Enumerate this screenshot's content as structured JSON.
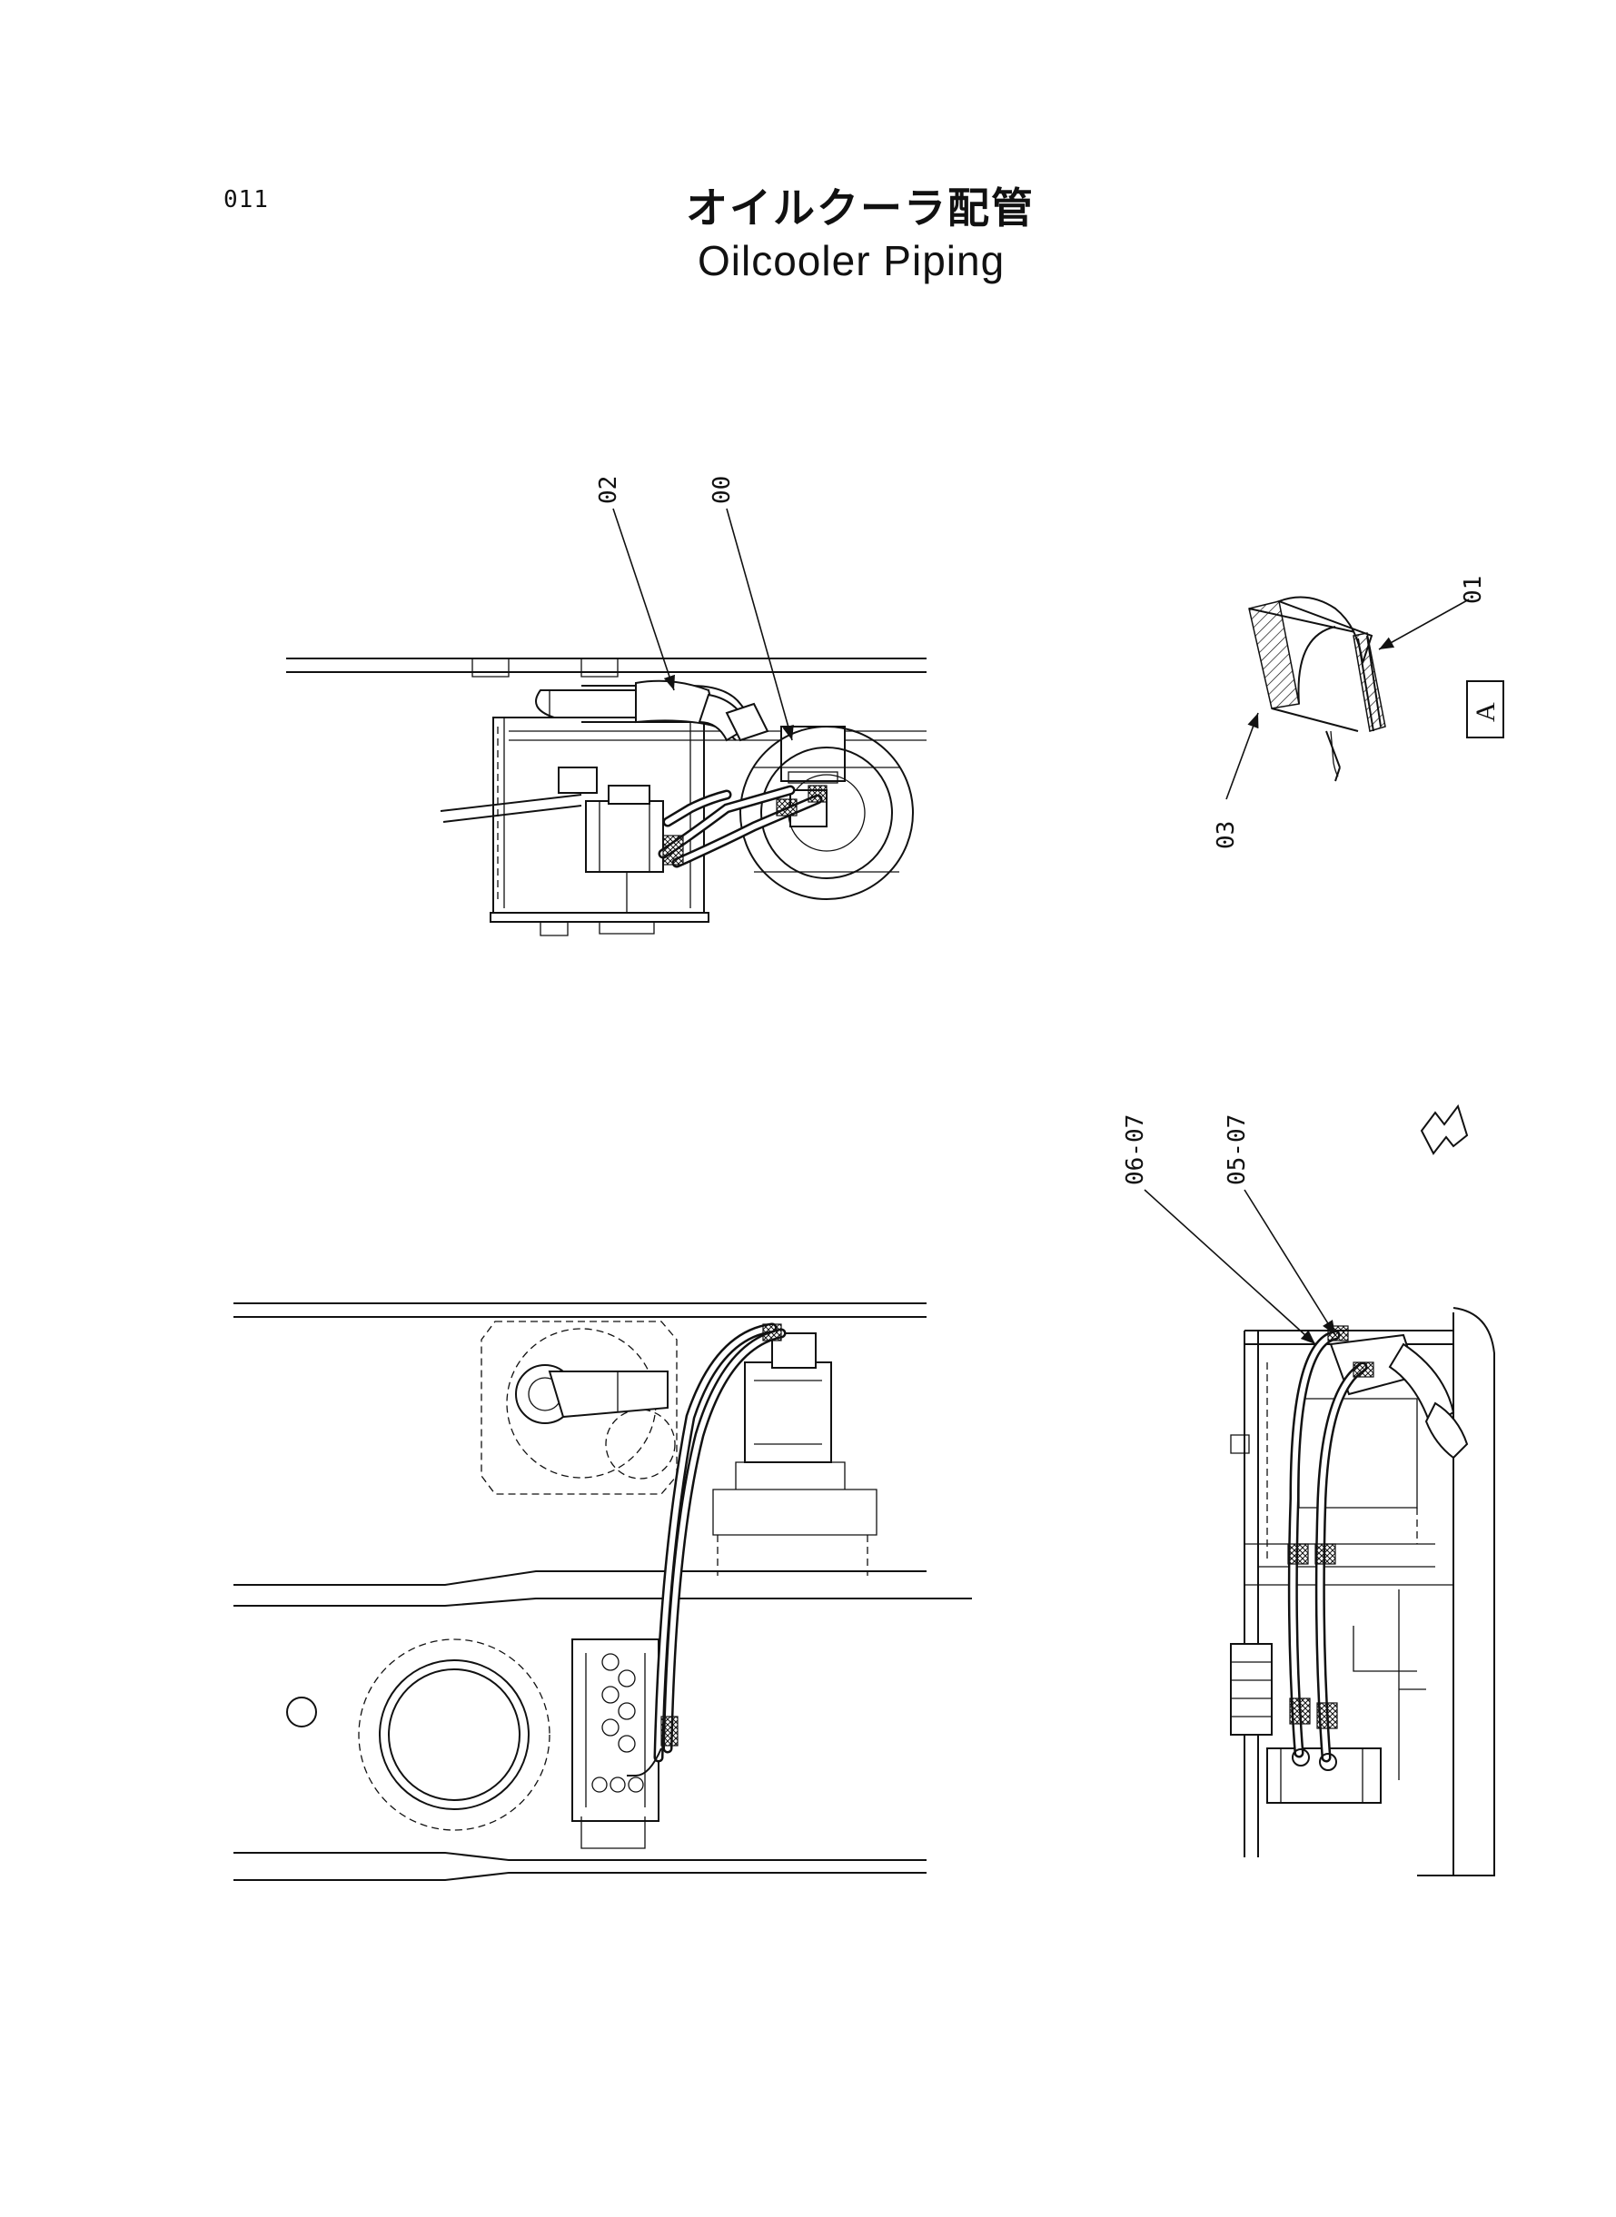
{
  "header": {
    "page_number": "011",
    "title_jp": "オイルクーラ配管",
    "title_en": "Oilcooler  Piping"
  },
  "callouts": {
    "c00": "00",
    "c01": "01",
    "c02": "02",
    "c03": "03",
    "c05_07": "05-07",
    "c06_07": "06-07"
  },
  "view_label": "A"
}
